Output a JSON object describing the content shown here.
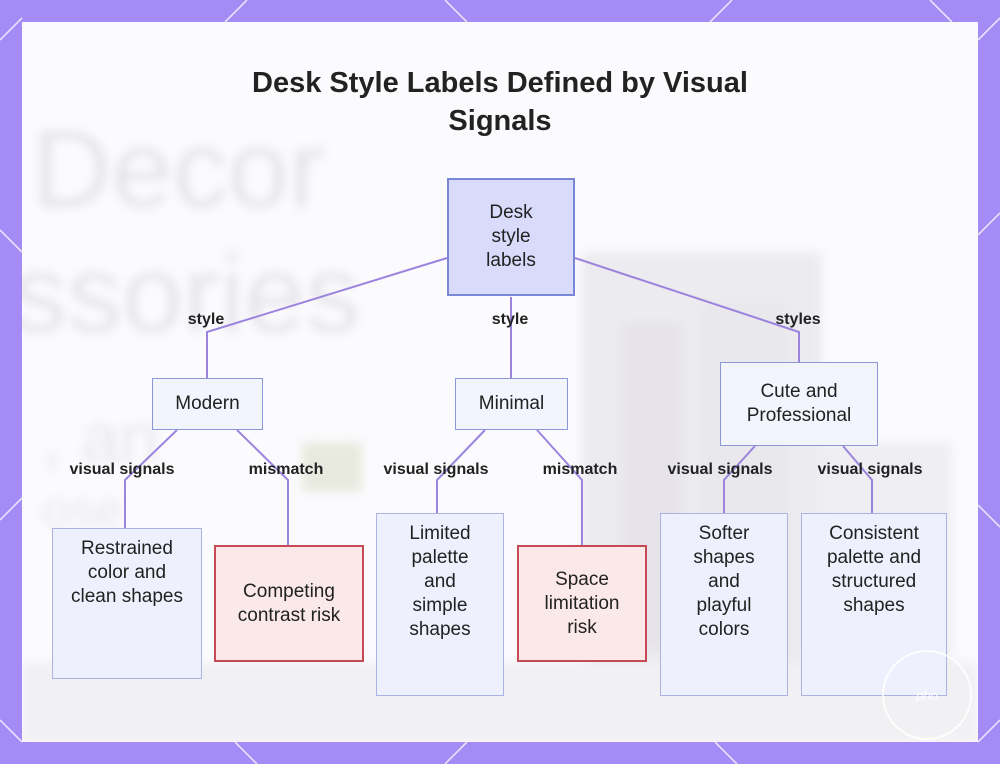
{
  "diagram": {
    "title": "Desk Style Labels Defined by Visual Signals",
    "nodes": {
      "root": "Desk style labels",
      "modern": "Modern",
      "minimal": "Minimal",
      "cute_professional": "Cute and Professional",
      "modern_signals": "Restrained color and clean shapes",
      "modern_mismatch": "Competing contrast risk",
      "minimal_signals": "Limited palette and simple shapes",
      "minimal_mismatch": "Space limitation risk",
      "cute_signals_1": "Softer shapes and playful colors",
      "cute_signals_2": "Consistent palette and structured shapes"
    },
    "edge_labels": {
      "root_modern": "style",
      "root_minimal": "style",
      "root_cute": "styles",
      "modern_signals": "visual signals",
      "modern_mismatch": "mismatch",
      "minimal_signals": "visual signals",
      "minimal_mismatch": "mismatch",
      "cute_signals_1": "visual signals",
      "cute_signals_2": "visual signals"
    },
    "background": {
      "line1": "Decor",
      "line2": "ssories",
      "line3": ", an",
      "line4": "ose"
    },
    "badge": "pho"
  },
  "colors": {
    "frame": "#a48bf5",
    "edge": "#9b84dd",
    "root_fill": "#d9dbfb",
    "risk_border": "#c54a56"
  }
}
